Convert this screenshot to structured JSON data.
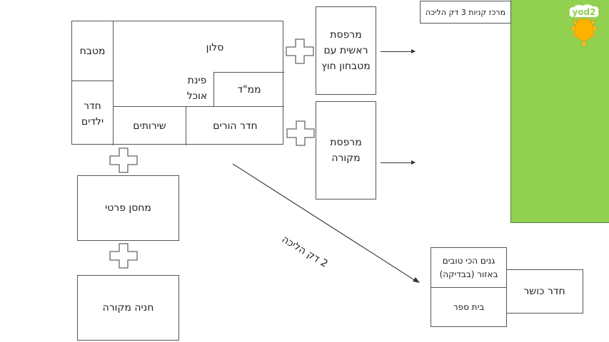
{
  "floor_plan": {
    "kitchen": "מטבח",
    "kids_room": [
      "חדר",
      "ילדים"
    ],
    "living_room": "סלון",
    "dining_corner": [
      "פינת",
      "אוכל"
    ],
    "safe_room": "ממ\"ד",
    "bathrooms": "שירותים",
    "master_bedroom": "חדר הורים"
  },
  "balconies": {
    "main": [
      "מרפסת",
      "ראשית עם",
      "מטבחון חוץ"
    ],
    "covered": [
      "מרפסת",
      "מקורה"
    ]
  },
  "extras": {
    "storage": "מחסן פרטי",
    "parking": "חניה מקורה"
  },
  "surroundings": {
    "shopping_center": "מרכז קניות 3 דק הליכה",
    "walk_label": "2 דק הליכה",
    "kindergartens": [
      "גנים הכי טובים",
      "באזור (בבדיקה)"
    ],
    "school": "בית ספר",
    "gym": "חדר כושר"
  },
  "logo": {
    "text": "yod2",
    "icon": "sun-icon",
    "colors": {
      "park_green": "#92d050",
      "sun": "#ffb300",
      "logo_text": "#92d050"
    }
  },
  "icons": {
    "plus": "plus-icon",
    "arrow": "arrow-right-icon"
  }
}
